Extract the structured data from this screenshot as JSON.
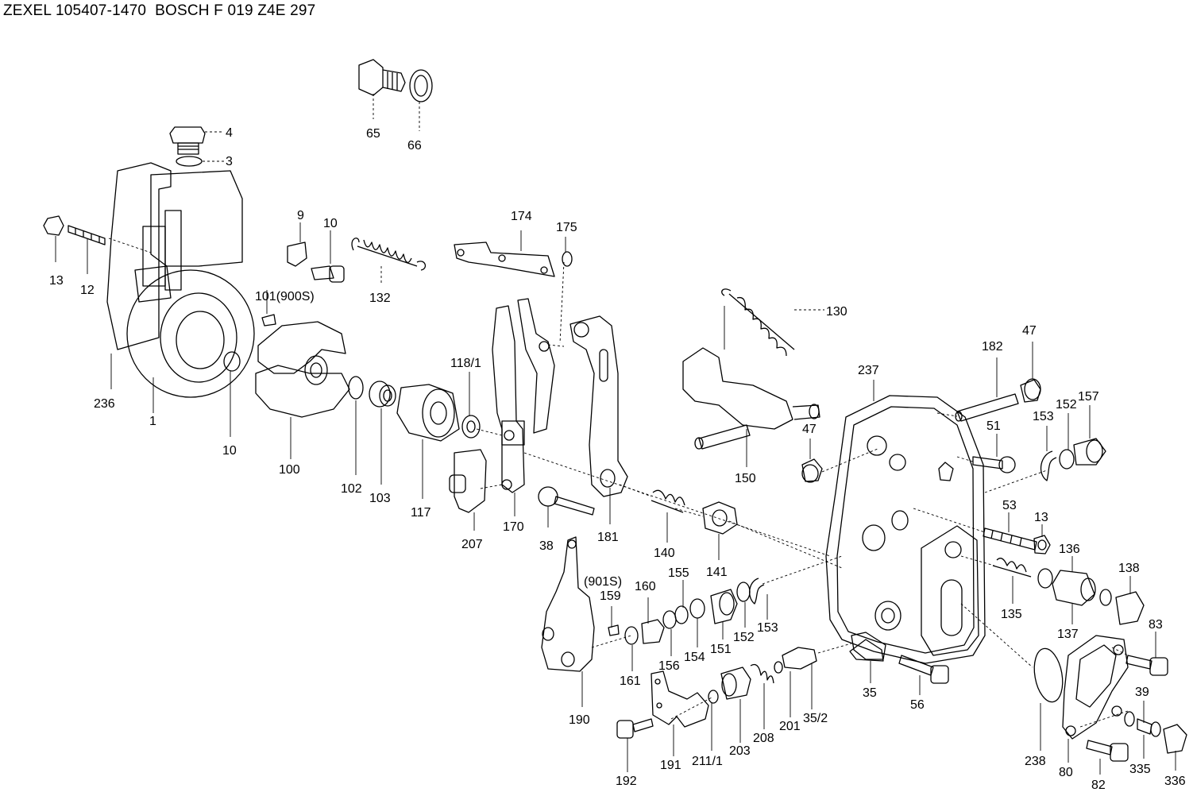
{
  "title": "ZEXEL 105407-1470  BOSCH F 019 Z4E 297",
  "callouts": [
    "4",
    "3",
    "65",
    "66",
    "9",
    "10",
    "13",
    "12",
    "101(900S)",
    "132",
    "174",
    "175",
    "236",
    "1",
    "10",
    "100",
    "102",
    "103",
    "117",
    "118/1",
    "207",
    "170",
    "38",
    "181",
    "130",
    "182",
    "47",
    "237",
    "150",
    "47",
    "51",
    "153",
    "152",
    "157",
    "140",
    "141",
    "53",
    "13",
    "136",
    "138",
    "190",
    "(901S)",
    "159",
    "160",
    "155",
    "161",
    "156",
    "154",
    "151",
    "152",
    "153",
    "135",
    "137",
    "83",
    "35",
    "56",
    "192",
    "191",
    "211/1",
    "203",
    "208",
    "201",
    "35/2",
    "238",
    "80",
    "82",
    "39",
    "335",
    "336"
  ]
}
